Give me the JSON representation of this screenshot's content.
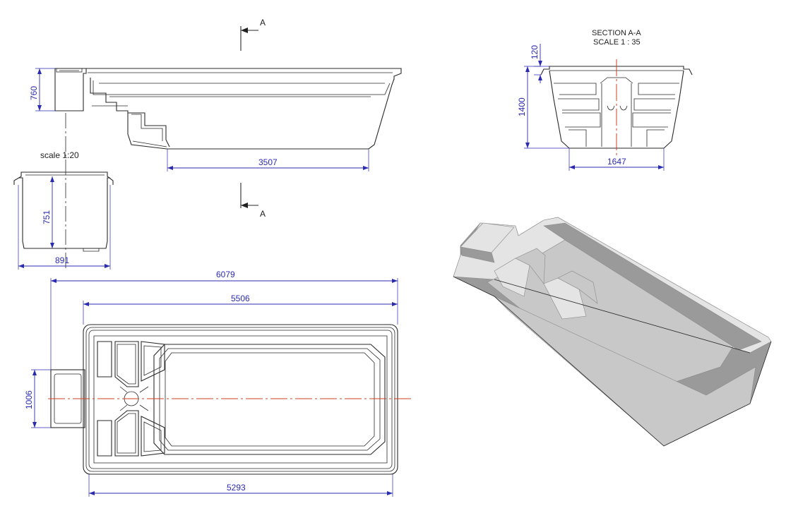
{
  "side_view": {
    "length_dim": "3507",
    "height_dim": "760",
    "section_marker_top": "A",
    "section_marker_bottom": "A"
  },
  "end_view": {
    "scale_label": "scale 1:20",
    "height_dim": "751",
    "width_dim": "891"
  },
  "section_view": {
    "title": "SECTION A-A",
    "scale": "SCALE 1 : 35",
    "edge_dim": "120",
    "depth_dim": "1400",
    "bottom_width_dim": "1647"
  },
  "plan_view": {
    "overall_length_dim": "6079",
    "shell_length_dim": "5506",
    "bottom_length_dim": "5293",
    "skimmer_width_dim": "1006"
  },
  "render_view": {
    "shell_color": "#c8c8c8",
    "shadow_color": "#9a9a9a",
    "highlight_color": "#e4e4e4"
  },
  "colors": {
    "dimension": "#2b2bb0",
    "centerline": "#d04020",
    "outline": "#2a2a2a"
  }
}
